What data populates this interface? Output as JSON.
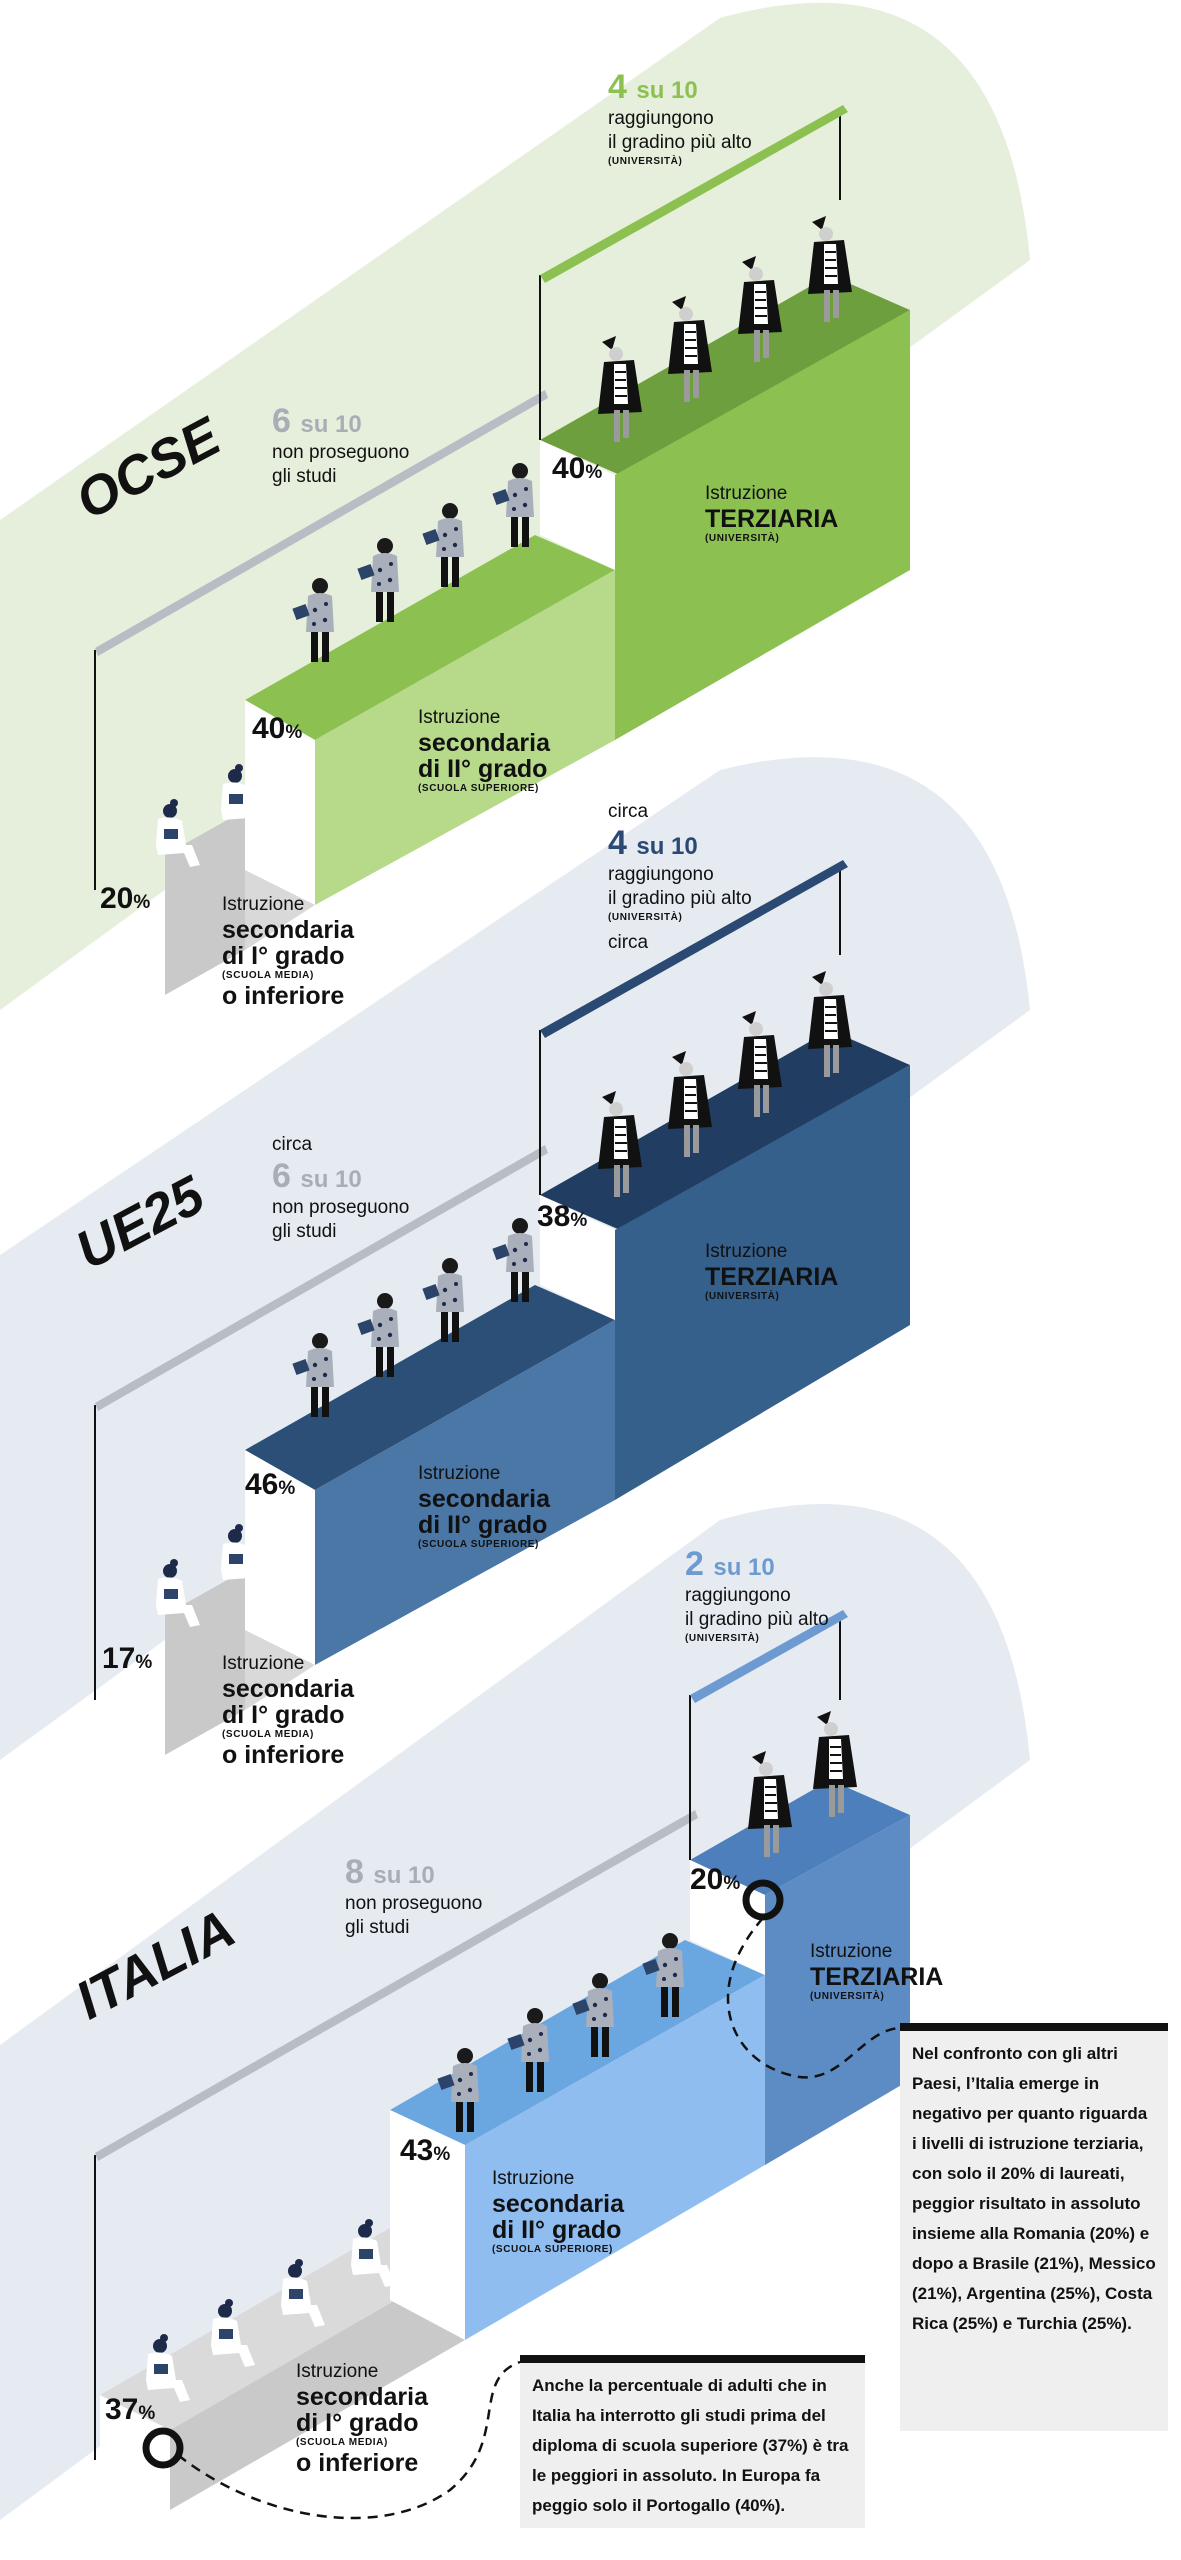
{
  "colors": {
    "ocse_bg": "#e6efdc",
    "ocse_light": "#b7d98a",
    "ocse_mid": "#9bcc62",
    "ocse_dark": "#7ab648",
    "ocse_top": "#6e9f3f",
    "ocse_accent": "#8cc152",
    "ue_bg": "#e6ebf2",
    "ue_light": "#4b77a6",
    "ue_mid": "#36608c",
    "ue_dark": "#2c4f78",
    "ue_top": "#223d62",
    "ue_accent": "#2b4a73",
    "it_bg": "#e6ebf2",
    "it_light": "#8fbdf0",
    "it_mid": "#6aa6e0",
    "it_dark": "#5d8cc4",
    "it_top": "#4d7fbd",
    "it_accent": "#6d9bd1",
    "grey_step": "#c9c9c9",
    "grey_top": "#dadada",
    "rail": "#b8bcc4"
  },
  "sections": [
    {
      "country": "OCSE",
      "low": {
        "pct": "20",
        "label1": "Istruzione",
        "label2": "secondaria",
        "label3": "di I° grado",
        "tag": "(SCUOLA MEDIA)",
        "label4": "o inferiore"
      },
      "mid": {
        "pct": "40",
        "label1": "Istruzione",
        "label2": "secondaria",
        "label3": "di II° grado",
        "tag": "(SCUOLA SUPERIORE)"
      },
      "high": {
        "pct": "40",
        "label1": "Istruzione",
        "label2": "TERZIARIA",
        "tag": "(UNIVERSITÀ)"
      },
      "left_callout": {
        "pre": "",
        "num": "6",
        "su": "su 10",
        "line1": "non proseguono",
        "line2": "gli studi"
      },
      "right_callout": {
        "pre": "",
        "num": "4",
        "su": "su 10",
        "line1": "raggiungono",
        "line2": "il gradino più alto",
        "tag": "(UNIVERSITÀ)"
      }
    },
    {
      "country": "UE25",
      "low": {
        "pct": "17",
        "label1": "Istruzione",
        "label2": "secondaria",
        "label3": "di I° grado",
        "tag": "(SCUOLA MEDIA)",
        "label4": "o inferiore"
      },
      "mid": {
        "pct": "46",
        "label1": "Istruzione",
        "label2": "secondaria",
        "label3": "di II° grado",
        "tag": "(SCUOLA SUPERIORE)"
      },
      "high": {
        "pct": "38",
        "label1": "Istruzione",
        "label2": "TERZIARIA",
        "tag": "(UNIVERSITÀ)"
      },
      "left_callout": {
        "pre": "circa",
        "num": "6",
        "su": "su 10",
        "line1": "non proseguono",
        "line2": "gli studi"
      },
      "right_callout": {
        "pre": "circa",
        "num": "4",
        "su": "su 10",
        "line1": "raggiungono",
        "line2": "il gradino più alto",
        "tag": "(UNIVERSITÀ)",
        "post": "circa"
      }
    },
    {
      "country": "ITALIA",
      "low": {
        "pct": "37",
        "label1": "Istruzione",
        "label2": "secondaria",
        "label3": "di I° grado",
        "tag": "(SCUOLA MEDIA)",
        "label4": "o inferiore"
      },
      "mid": {
        "pct": "43",
        "label1": "Istruzione",
        "label2": "secondaria",
        "label3": "di II° grado",
        "tag": "(SCUOLA SUPERIORE)"
      },
      "high": {
        "pct": "20",
        "label1": "Istruzione",
        "label2": "TERZIARIA",
        "tag": "(UNIVERSITÀ)"
      },
      "left_callout": {
        "pre": "",
        "num": "8",
        "su": "su 10",
        "line1": "non proseguono",
        "line2": "gli studi"
      },
      "right_callout": {
        "pre": "",
        "num": "2",
        "su": "su 10",
        "line1": "raggiungono",
        "line2": "il gradino più alto",
        "tag": "(UNIVERSITÀ)"
      }
    }
  ],
  "notes": {
    "tertiary": "Nel confronto con gli altri Paesi, l’Italia emerge in negativo per quanto riguarda i livelli di istruzione terziaria, con solo il 20% di laureati, peggior risultato in assoluto insieme alla Romania (20%) e dopo a Brasile (21%), Messico (21%), Argentina (25%), Costa Rica (25%) e Turchia (25%).",
    "lower": "Anche la percentuale di adulti che in Italia ha interrotto gli studi prima del diploma di scuola superiore (37%) è tra le peggiori in assoluto. In Europa fa peggio solo il Portogallo (40%)."
  }
}
